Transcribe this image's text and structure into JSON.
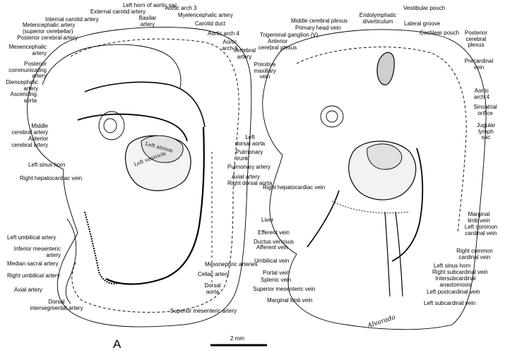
{
  "panel_letter": "A",
  "scale_bar": {
    "label": "2 mm"
  },
  "signature": "Alvarado",
  "inner_labels": {
    "left_atrium": "Left atrium",
    "left_ventricle": "Left ventricle"
  },
  "left_panel": {
    "labels": {
      "left_horn_aortic_sac": "Left horn of aortic sac",
      "aortic_arch_3": "Aortic arch 3",
      "external_carotid": "External carotid artery",
      "basilar_artery": "Basilar\nartery",
      "myelencephalic_artery": "Myelencephalic artery",
      "internal_carotid": "Internal carotid artery",
      "carotid_duct": "Carotid duct",
      "metencephalic_artery": "Metencephalic artery\n(superior cerebellar)",
      "aortic_arch_4": "Aortic arch 4",
      "posterior_cerebral_artery": "Posterior cerebral artery",
      "aortic_arch_6": "Aortic\narch 6",
      "mesencephalic_artery": "Mesencephalic\nartery",
      "vertebral_artery": "Vertebral\nartery",
      "posterior_communicating": "Posterior\ncommunicating\nartery",
      "diencephalic_artery": "Diencephalic\nartery",
      "ascending_aorta": "Ascending\naorta",
      "middle_cerebral_artery": "Middle\ncerebral artery",
      "anterior_cerebral_artery": "Anterior\ncerebral artery",
      "left_dorsal_aorta": "Left\ndorsal aorta",
      "pulmonary_trunk": "Pulmonary\ntrunk",
      "pulmonary_artery": "Pulmonary artery",
      "left_sinus_horn": "Left sinus horn",
      "axial_artery_r": "Axial artery",
      "right_dorsal_aorta": "Right dorsal aorta",
      "right_hepatocardiac_vein": "Right hepatocardiac vein",
      "left_umbilical_artery": "Left umbilical artery",
      "inferior_mesenteric": "Inferior mesenteric\nartery",
      "median_sacral_artery": "Median sacral artery",
      "right_umbilical_artery": "Right umbilical artery",
      "mesonephric_arteries": "Mesonephric arteries",
      "celiac_artery": "Celiac artery",
      "axial_artery_l": "Axial artery",
      "dorsal_aorta": "Dorsal\naorta",
      "dorsal_intersegmental": "Dorsal\nintersegmental artery",
      "superior_mesenteric_artery": "Superior mesenteric artery"
    }
  },
  "right_panel": {
    "labels": {
      "vestibular_pouch": "Vestibular pouch",
      "endolymphatic_diverticulum": "Endolymphatic\ndiverticulum",
      "middle_cerebral_plexus": "Middle cerebral plexus",
      "primary_head_vein": "Primary head vein",
      "lateral_groove": "Lateral groove",
      "trigeminal_ganglion": "Trigeminal ganglion (V)",
      "cochlear_pouch": "Cochlear pouch",
      "anterior_cerebral_plexus": "Anterior\ncerebral plexus",
      "posterior_cerebral_plexus": "Posterior\ncerebral\nplexus",
      "precardinal_vein": "Precardinal\nvein",
      "primitive_maxillary_vein": "Primitive\nmaxillary\nvein",
      "aortic_arch_4": "Aortic\narch 4",
      "sinoatrial_orifice": "Sinoatrial\norifice",
      "jugular_lymph_sac": "Jugular\nlymph\nsac",
      "right_hepatocardiac_vein": "Right hepatocardiac vein",
      "liver": "Liver",
      "marginal_limb_vein_r": "Marginal\nlimb vein",
      "efferent_vein": "Efferent vein",
      "left_common_cardinal": "Left common\ncardinal vein",
      "ductus_venosus": "Ductus venosus",
      "afferent_vein": "Afferent vein",
      "right_common_cardinal": "Right common\ncardinal vein",
      "umbilical_vein": "Umbilical vein",
      "left_sinus_horn": "Left sinus horn",
      "portal_vein": "Portal vein",
      "right_subcardinal": "Right subcardinal vein",
      "splenic_vein": "Splenic vein",
      "intersubcardinal": "Intersubcardinal\nanastomosis",
      "superior_mesenteric_vein": "Superior mesenteric vein",
      "left_postcardinal": "Left postcardinal vein",
      "marginal_limb_vein_b": "Marginal limb vein",
      "left_subcardinal": "Left subcardinal vein"
    }
  }
}
